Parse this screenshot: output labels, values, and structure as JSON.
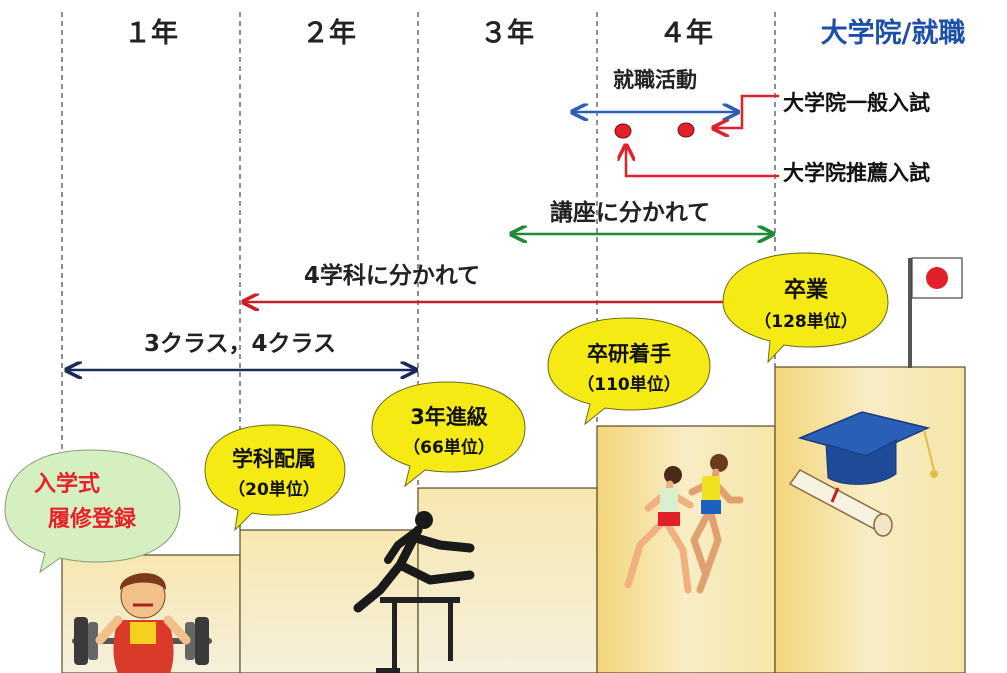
{
  "years": [
    "１年",
    "２年",
    "３年",
    "４年"
  ],
  "final_header": "大学院/就職",
  "spans": {
    "job_hunting": "就職活動",
    "courses": "講座に分かれて",
    "departments": "4学科に分かれて",
    "classes": "3クラス，4クラス"
  },
  "exams": {
    "general": "大学院一般入試",
    "recommended": "大学院推薦入試"
  },
  "milestones": {
    "entrance": {
      "line1": "入学式",
      "line2": "履修登録"
    },
    "dept_assign": {
      "line1": "学科配属",
      "line2": "（20単位）"
    },
    "third_year": {
      "line1": "3年進級",
      "line2": "（66単位）"
    },
    "thesis": {
      "line1": "卒研着手",
      "line2": "（110単位）"
    },
    "graduation": {
      "line1": "卒業",
      "line2": "（128単位）"
    }
  },
  "colors": {
    "job_arrow": "#2b5fb4",
    "exam_arrow": "#e0202a",
    "courses_arrow": "#1f8a3a",
    "dept_arrow": "#c8202a",
    "class_arrow": "#1a2a5a",
    "header_blue": "#1c4fa8",
    "bubble_yellow": "#f5ea14",
    "bubble_green": "#d6efc0",
    "entrance_text": "#e8202a",
    "step_gold": "#f1d98a"
  },
  "icons": [
    "weightlifter-icon",
    "hurdler-icon",
    "runners-icon",
    "graduation-cap-icon",
    "diploma-icon",
    "japan-flag-icon"
  ]
}
